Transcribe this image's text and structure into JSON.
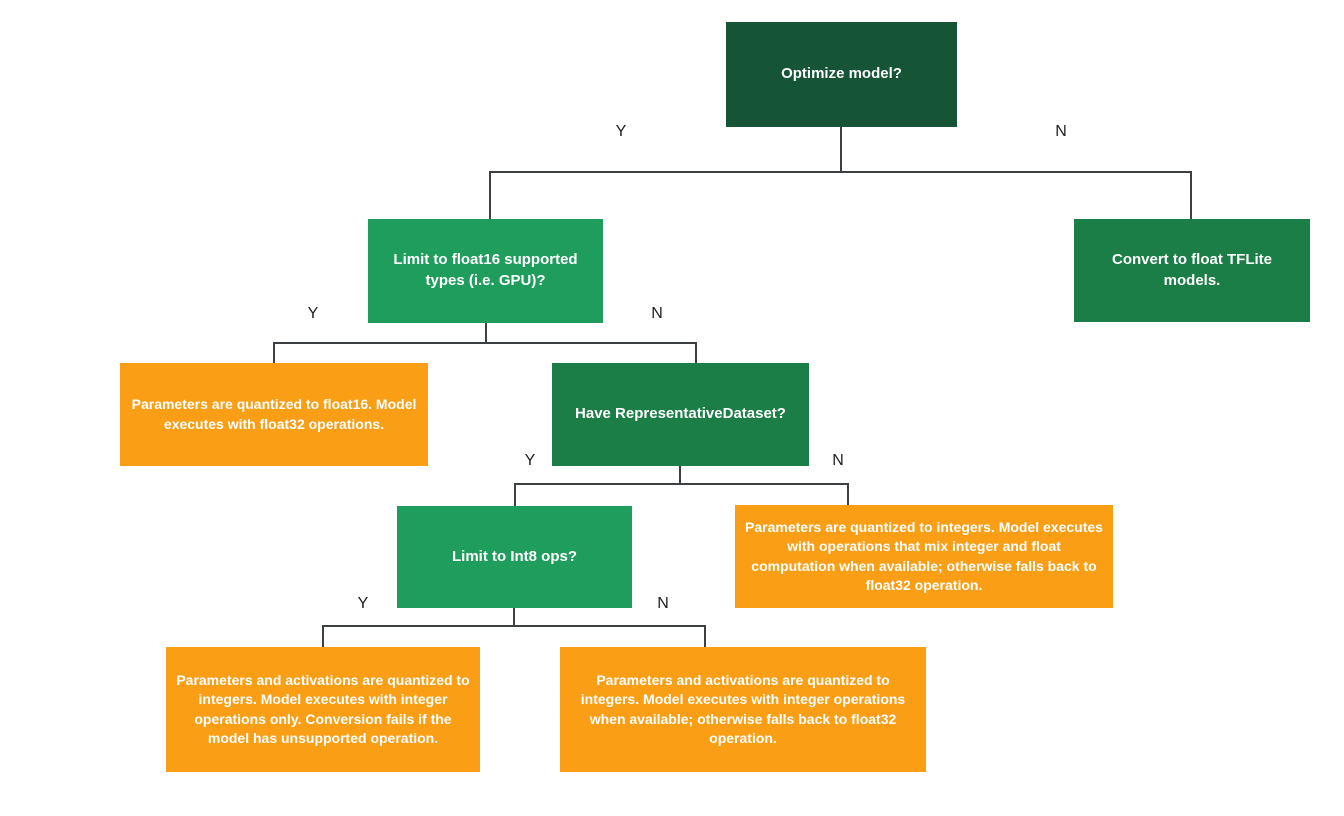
{
  "diagram": {
    "type": "decision-tree-flowchart",
    "background": "#ffffff",
    "line_color": "#3c4043",
    "node_text_color": "#ffffff",
    "edge_label_color": "#212124",
    "colors": {
      "green_darkest": "#155434",
      "green_dark": "#1b7e47",
      "green_medium": "#1f9d5c",
      "orange": "#f99e15"
    },
    "edge_labels": {
      "yes": "Y",
      "no": "N"
    },
    "nodes": {
      "optimize": {
        "label": "Optimize model?"
      },
      "limit_float16": {
        "label": "Limit to float16 supported types (i.e. GPU)?"
      },
      "convert_float": {
        "label": "Convert to float TFLite models."
      },
      "quantize_float16": {
        "label": "Parameters are quantized to float16. Model executes with float32 operations."
      },
      "have_representative_dataset": {
        "label": "Have RepresentativeDataset?"
      },
      "limit_int8": {
        "label": "Limit to Int8 ops?"
      },
      "quantize_integer_mixed": {
        "label": "Parameters are quantized to integers. Model executes with operations that mix integer and float computation when available; otherwise falls back to float32 operation."
      },
      "quantize_integer_only": {
        "label": "Parameters and activations are quantized to integers. Model executes with integer operations only. Conversion fails if the model has unsupported operation."
      },
      "quantize_integer_fallback": {
        "label": "Parameters and activations are quantized to integers. Model executes with integer operations when available; otherwise falls back to float32 operation."
      }
    }
  }
}
